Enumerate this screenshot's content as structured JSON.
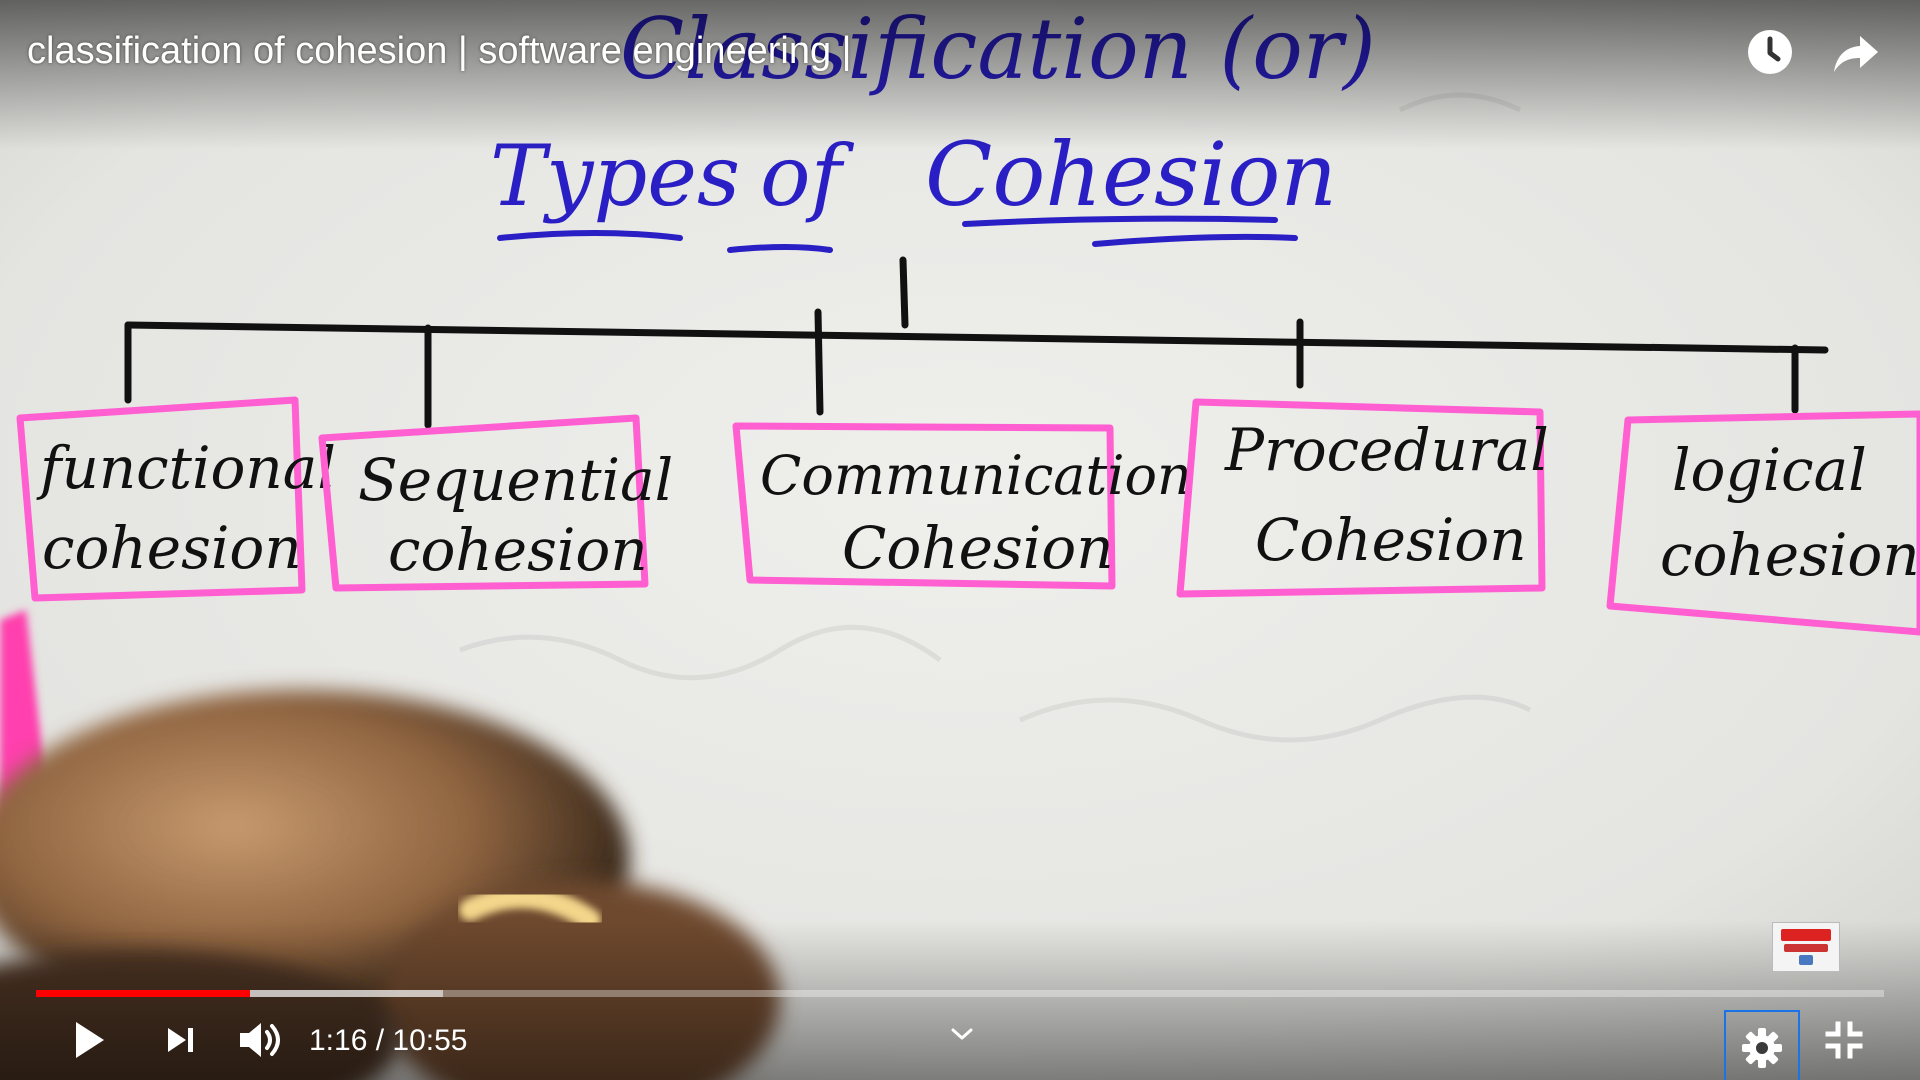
{
  "video": {
    "title": "classification of cohesion | software engineering |",
    "board": {
      "heading_top": "Classification (or)",
      "heading_main_1": "Types",
      "heading_main_2": "of",
      "heading_main_3": "Cohesion",
      "boxes": [
        {
          "line1": "functional",
          "line2": "cohesion"
        },
        {
          "line1": "Sequential",
          "line2": "cohesion"
        },
        {
          "line1": "Communication",
          "line2": "Cohesion"
        },
        {
          "line1": "Procedural",
          "line2": "Cohesion"
        },
        {
          "line1": "logical",
          "line2": "cohesion"
        }
      ]
    }
  },
  "top_icons": [
    "watch-later-icon",
    "share-icon"
  ],
  "controls": {
    "time": "1:16 / 10:55",
    "progress_fraction": 0.116,
    "buffered_fraction": 0.22,
    "icons": [
      "play-icon",
      "next-icon",
      "volume-icon",
      "chevron-down-icon",
      "gear-icon",
      "exit-fullscreen-icon"
    ]
  },
  "colors": {
    "progress_played": "#ff0000",
    "ink_blue": "#2a1fc4",
    "ink_black": "#111111",
    "ink_pink": "#ff5fd0",
    "whiteboard": "#e9e9e6",
    "settings_highlight": "#1a73e8"
  }
}
